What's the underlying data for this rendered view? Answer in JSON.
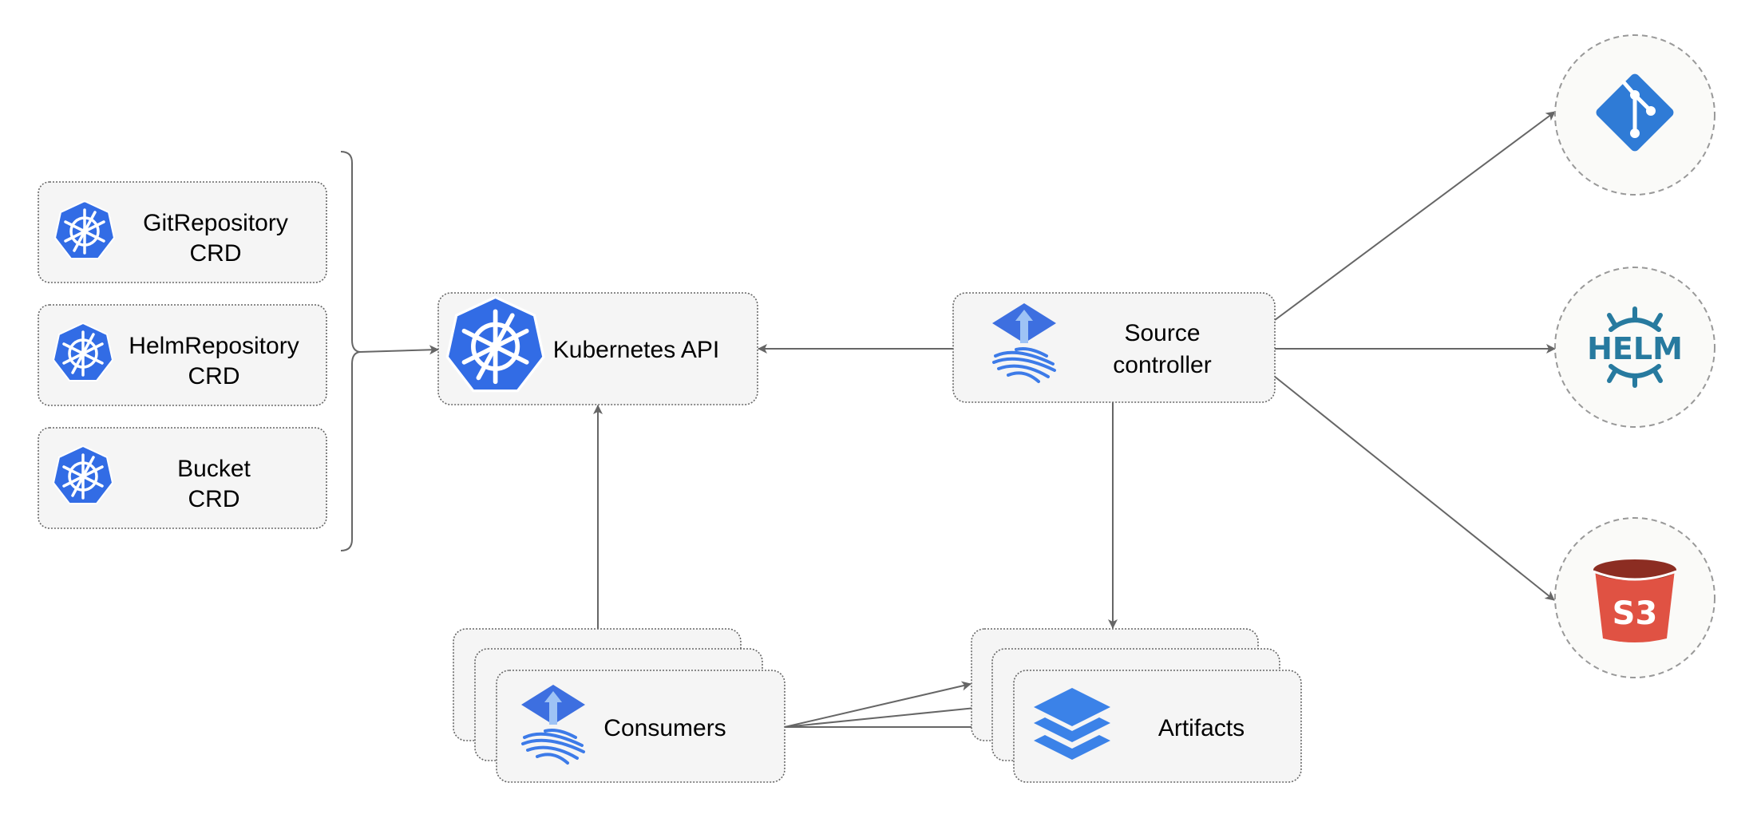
{
  "nodes": {
    "git_crd": {
      "line1": "GitRepository",
      "line2": "CRD",
      "icon": "kubernetes-icon"
    },
    "helm_crd": {
      "line1": "HelmRepository",
      "line2": "CRD",
      "icon": "kubernetes-icon"
    },
    "bucket_crd": {
      "line1": "Bucket",
      "line2": "CRD",
      "icon": "kubernetes-icon"
    },
    "k8s_api": {
      "label": "Kubernetes API",
      "icon": "kubernetes-icon"
    },
    "source_controller": {
      "line1": "Source",
      "line2": "controller",
      "icon": "flux-icon"
    },
    "consumers": {
      "label": "Consumers",
      "icon": "flux-icon"
    },
    "artifacts": {
      "label": "Artifacts",
      "icon": "layers-icon"
    },
    "git": {
      "icon": "git-icon",
      "color": "#2F7BD6"
    },
    "helm": {
      "label": "HELM",
      "icon": "helm-icon",
      "color": "#277A9F"
    },
    "s3": {
      "label": "S3",
      "icon": "s3-bucket-icon",
      "color": "#E05243"
    }
  },
  "colors": {
    "kubernetes": "#326CE5",
    "flux": "#3D7BE8",
    "edge": "#666666",
    "box_fill": "#F5F5F5"
  },
  "edges": [
    {
      "from": "crds",
      "to": "k8s_api"
    },
    {
      "from": "source_controller",
      "to": "k8s_api"
    },
    {
      "from": "consumers",
      "to": "k8s_api"
    },
    {
      "from": "source_controller",
      "to": "git"
    },
    {
      "from": "source_controller",
      "to": "helm"
    },
    {
      "from": "source_controller",
      "to": "s3"
    },
    {
      "from": "source_controller",
      "to": "artifacts"
    },
    {
      "from": "consumers",
      "to": "artifacts"
    }
  ]
}
